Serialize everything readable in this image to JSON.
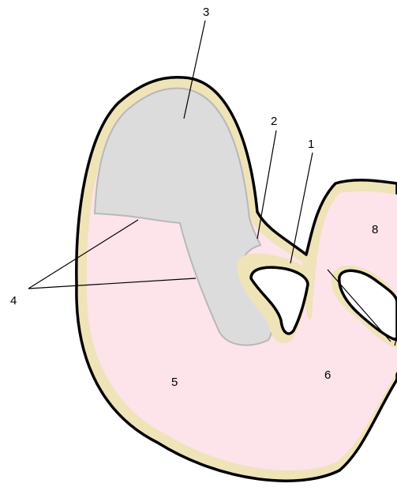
{
  "labels": {
    "n1": "1",
    "n2": "2",
    "n3": "3",
    "n4": "4",
    "n5": "5",
    "n6": "6",
    "n7": "7",
    "n8": "8"
  },
  "colors": {
    "outline": "#000000",
    "rim": "#efe3b8",
    "pink": "#fde3ea",
    "gray": "#dcdcdc",
    "gray_edge": "#b8b8b8",
    "background": "#ffffff"
  }
}
